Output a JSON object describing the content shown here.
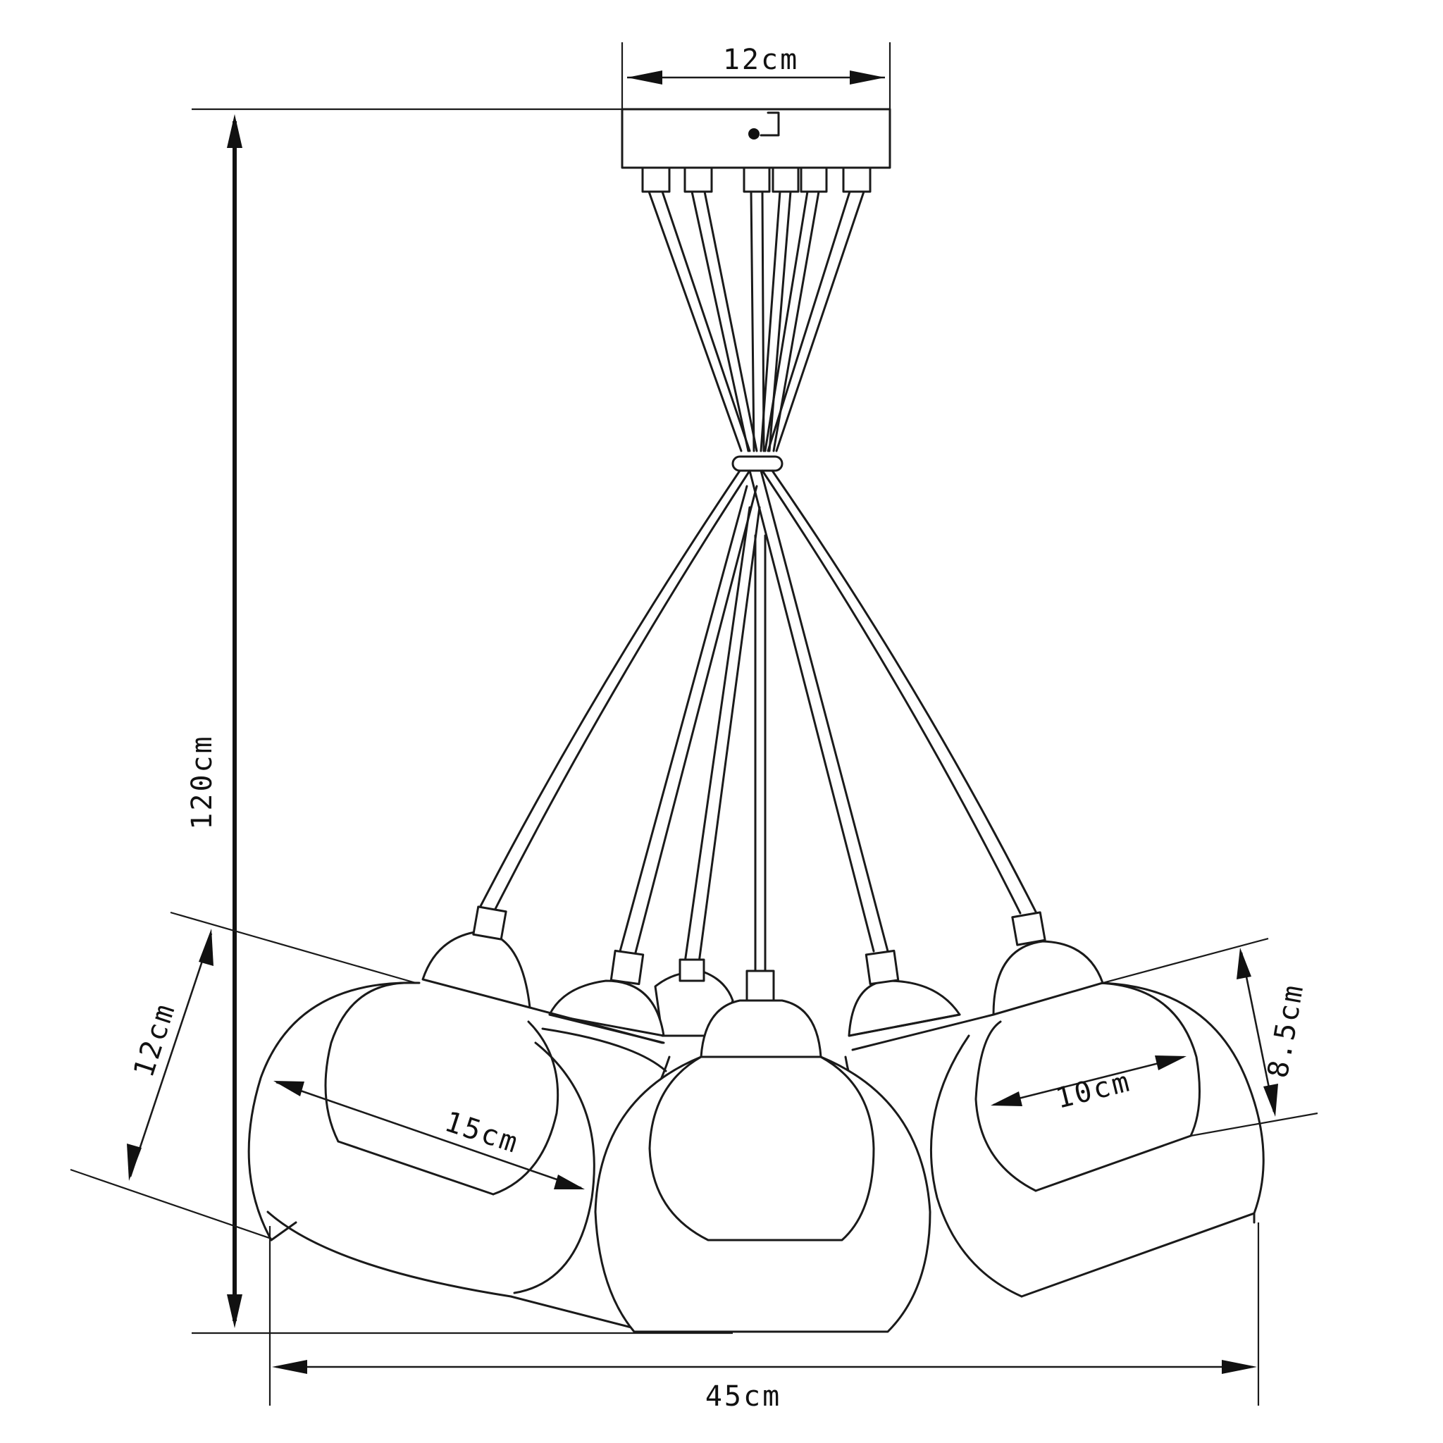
{
  "dimensions": {
    "canopy_width": "12cm",
    "overall_height": "120cm",
    "large_globe_height": "12cm",
    "large_globe_diameter": "15cm",
    "small_globe_diameter": "10cm",
    "small_globe_height": "8.5cm",
    "overall_width": "45cm"
  }
}
